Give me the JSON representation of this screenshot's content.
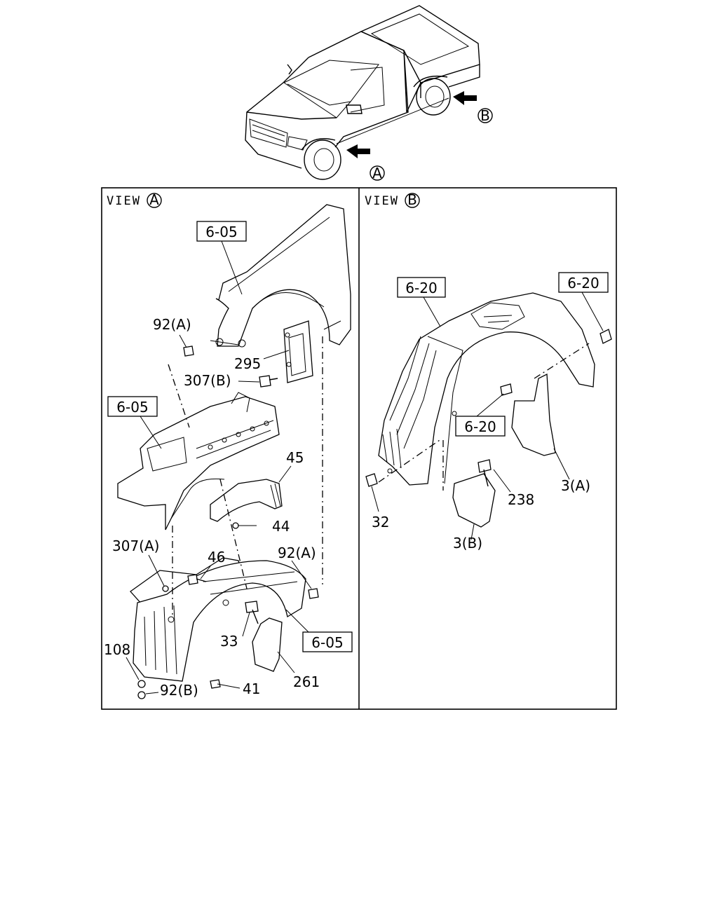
{
  "callouts": {
    "top_a": "A",
    "top_b": "B"
  },
  "view_a": {
    "title": "VIEW",
    "circle": "A",
    "refs": [
      "6-05",
      "6-05",
      "6-05"
    ],
    "labels": {
      "p92a_1": "92(A)",
      "p295": "295",
      "p307b": "307(B)",
      "p45": "45",
      "p44": "44",
      "p307a": "307(A)",
      "p46": "46",
      "p92a_2": "92(A)",
      "p33": "33",
      "p108": "108",
      "p92b": "92(B)",
      "p41": "41",
      "p261": "261"
    }
  },
  "view_b": {
    "title": "VIEW",
    "circle": "B",
    "refs": [
      "6-20",
      "6-20",
      "6-20"
    ],
    "labels": {
      "p238": "238",
      "p3a": "3(A)",
      "p32": "32",
      "p3b": "3(B)"
    }
  }
}
